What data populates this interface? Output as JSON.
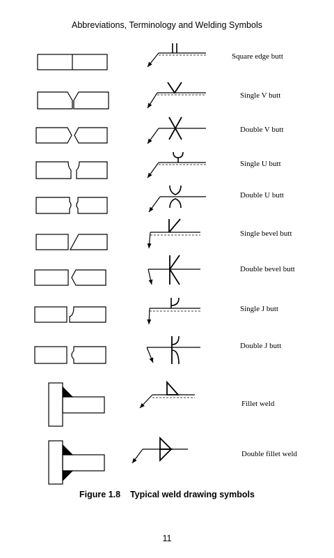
{
  "header": "Abbreviations, Terminology and Welding Symbols",
  "joints": [
    {
      "id": "square-edge-butt",
      "label": "Square edge butt"
    },
    {
      "id": "single-v-butt",
      "label": "Single V butt"
    },
    {
      "id": "double-v-butt",
      "label": "Double V butt"
    },
    {
      "id": "single-u-butt",
      "label": "Single U butt"
    },
    {
      "id": "double-u-butt",
      "label": "Double U butt"
    },
    {
      "id": "single-bevel-butt",
      "label": "Single bevel butt"
    },
    {
      "id": "double-bevel-butt",
      "label": "Double bevel butt"
    },
    {
      "id": "single-j-butt",
      "label": "Single J butt"
    },
    {
      "id": "double-j-butt",
      "label": "Double J butt"
    },
    {
      "id": "fillet-weld",
      "label": "Fillet weld"
    },
    {
      "id": "double-fillet-weld",
      "label": "Double fillet weld"
    }
  ],
  "caption": "Figure 1.8    Typical weld drawing symbols",
  "page_number": "11"
}
